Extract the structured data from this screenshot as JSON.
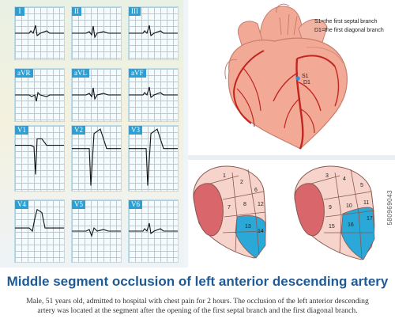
{
  "ecg": {
    "leads": [
      {
        "label": "I",
        "waveform": "small-positive"
      },
      {
        "label": "II",
        "waveform": "biphasic-small"
      },
      {
        "label": "III",
        "waveform": "small-positive"
      },
      {
        "label": "aVR",
        "waveform": "small-negative"
      },
      {
        "label": "aVL",
        "waveform": "biphasic-small"
      },
      {
        "label": "aVF",
        "waveform": "small-positive"
      },
      {
        "label": "V1",
        "waveform": "qs-elevation"
      },
      {
        "label": "V2",
        "waveform": "qs-tall-st"
      },
      {
        "label": "V3",
        "waveform": "qs-tall-st"
      },
      {
        "label": "V4",
        "waveform": "st-elevation"
      },
      {
        "label": "V5",
        "waveform": "small-dip"
      },
      {
        "label": "V6",
        "waveform": "small-positive"
      }
    ]
  },
  "heart": {
    "legend": {
      "s1": "S1=the first septal branch",
      "d1": "D1=the first diagonal branch"
    },
    "labels": {
      "s1": "S1",
      "d1": "D1"
    },
    "colors": {
      "myocardium": "#f2a995",
      "artery": "#c2251f",
      "occlusion": "#2a8fe0"
    }
  },
  "bullseye": {
    "left_segments": [
      "1",
      "2",
      "6",
      "7",
      "8",
      "12",
      "13",
      "14"
    ],
    "right_segments": [
      "3",
      "4",
      "5",
      "9",
      "10",
      "11",
      "15",
      "16",
      "17"
    ],
    "colors": {
      "ischemic": "#2aa8d8",
      "normal": "#f6d4cc",
      "cavity": "#d8666a"
    }
  },
  "title": "Middle segment occlusion of left anterior descending artery",
  "caption": "Male, 51 years old, admitted to hospital with chest pain for 2 hours. The occlusion of the left anterior descending artery was located at the segment after the opening of the first septal branch and the first diagonal branch.",
  "watermark": "580969043"
}
